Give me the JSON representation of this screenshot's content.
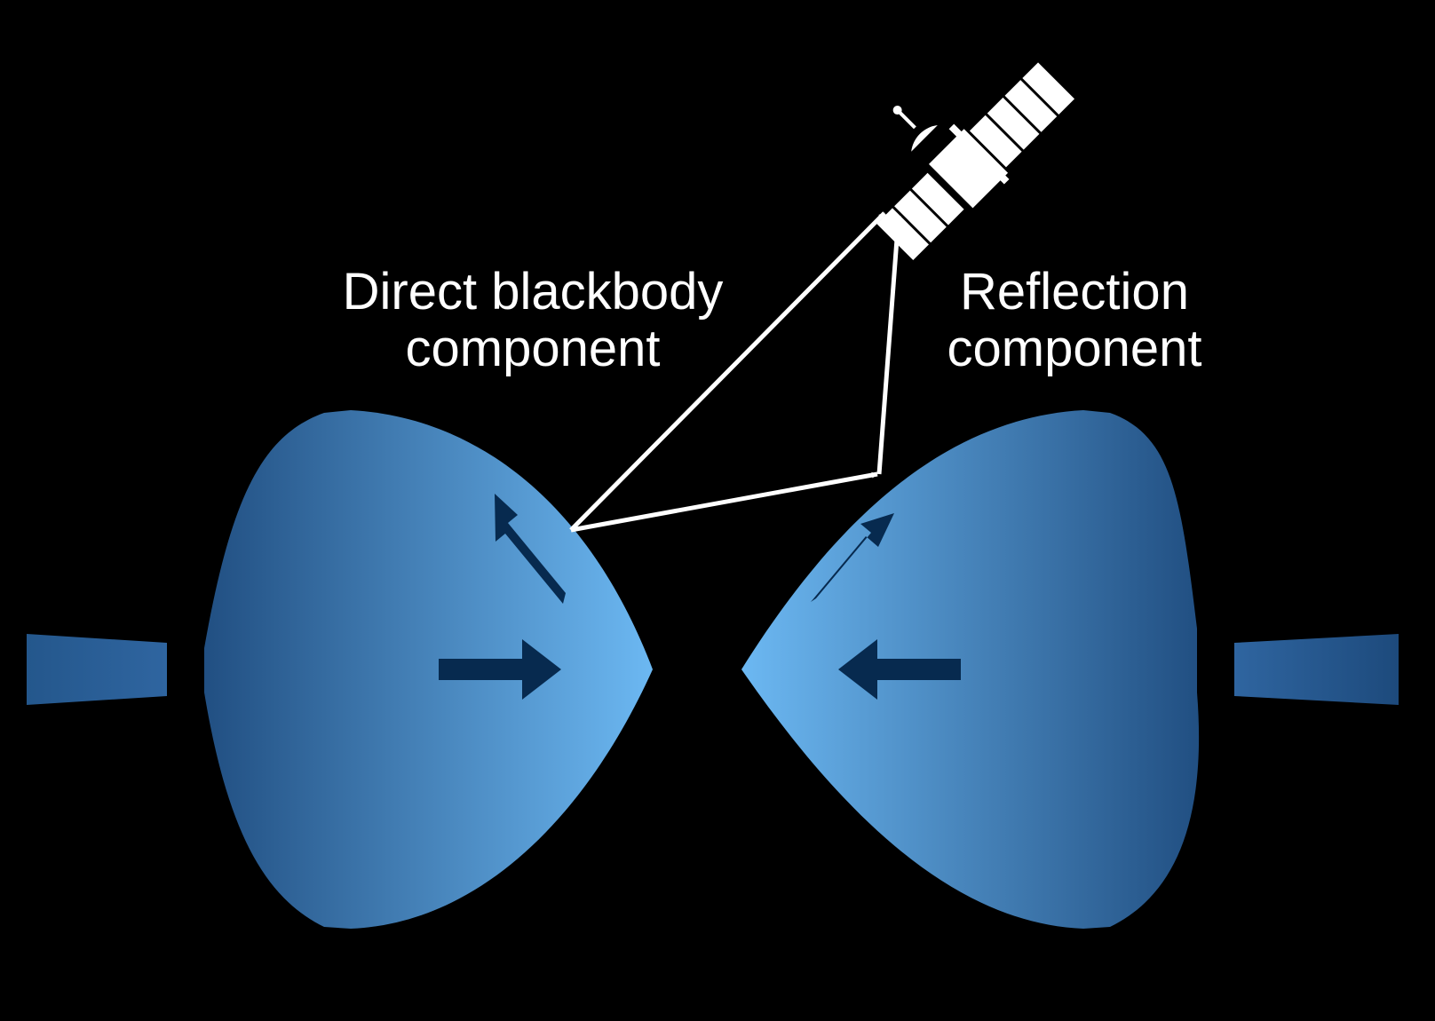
{
  "labels": {
    "direct": [
      "Direct blackbody",
      "component"
    ],
    "reflection": [
      "Reflection",
      "component"
    ]
  },
  "colors": {
    "background": "#000000",
    "lobe_light": "#6cb8f2",
    "lobe_dark": "#214f82",
    "inner_arrow": "#072a4f",
    "ray": "#ffffff",
    "satellite": "#ffffff"
  },
  "icons": {
    "satellite": "satellite-icon"
  }
}
